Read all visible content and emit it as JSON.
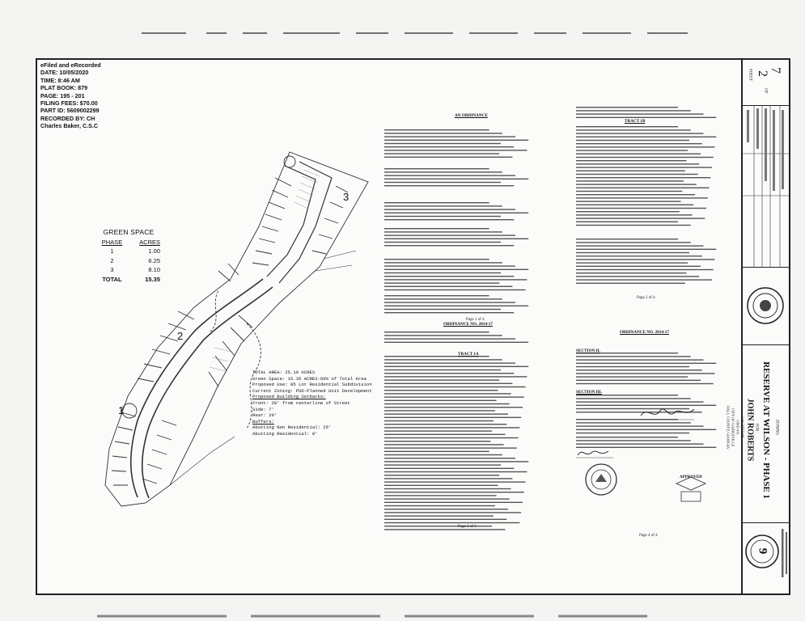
{
  "recording_stamp": {
    "lines": [
      "eFiled and eRecorded",
      "DATE: 10/05/2020",
      "TIME: 8:46 AM",
      "PLAT BOOK: 879",
      "PAGE: 195 - 201",
      "FILING FEES: $70.00",
      "PART ID: 5609002299",
      "RECORDED BY: CH",
      "Charles Baker, C.S.C"
    ]
  },
  "green_space": {
    "title": "GREEN SPACE",
    "col_phase": "PHASE",
    "col_acres": "ACRES",
    "rows": [
      {
        "phase": "1",
        "acres": "1.00"
      },
      {
        "phase": "2",
        "acres": "6.25"
      },
      {
        "phase": "3",
        "acres": "8.10"
      }
    ],
    "total_label": "TOTAL",
    "total_value": "15.35"
  },
  "site_info": {
    "lines": [
      "TOTAL AREA: 25.10 ACRES",
      "Green Space: 15.35 ACRES-60% of Total Area",
      "Proposed Use: 85 Lot Residential Subdivision",
      "Current Zoning: PUD-Planned Unit Development",
      "Proposed Building Setbacks:",
      "Front: 20' from centerline of Street",
      "Side: 7'",
      "Rear: 20'",
      "Buffers:",
      "Abutting Non Residential: 25'",
      "Abutting Residential: 0'"
    ]
  },
  "phase_labels": [
    "1",
    "2",
    "3"
  ],
  "ordinance": {
    "heading": "AN ORDINANCE",
    "pages": [
      "Page 1 of 4",
      "Page 2 of 4",
      "Page 3 of 4",
      "Page 4 of 4"
    ],
    "headings_p2": [
      "TRACT 1B"
    ],
    "headings_p3": [
      "ORDINANCE NO. 2014-17",
      "TRACT 1A"
    ],
    "headings_p4": [
      "ORDINANCE NO. 2014-17",
      "SECTION II.",
      "SECTION III."
    ],
    "seal_text": "APPROVED"
  },
  "title_block": {
    "sheet_label": "SHEET",
    "sheet_no": "2",
    "of_label": "OF",
    "of_total": "7",
    "project_lines": [
      "ZONING",
      "RESERVE AT WILSON - PHASE 1",
      "FOR",
      "JOHN ROBERTS",
      "LOCATED IN",
      "GMD 411",
      "CITY OF GAINESVILLE",
      "HALL COUNTY, GEORGIA"
    ],
    "firm_number": "9"
  }
}
